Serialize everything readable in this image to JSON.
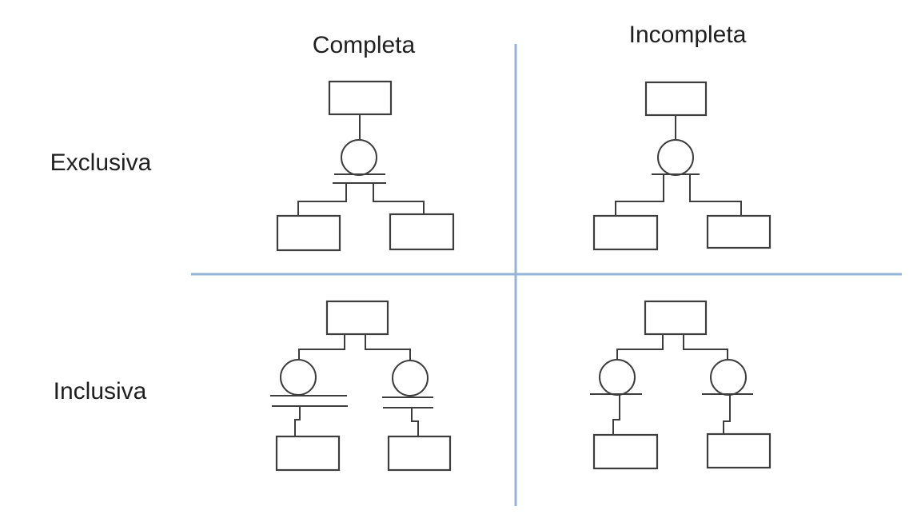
{
  "matrix": {
    "column_headers": [
      {
        "label": "Completa"
      },
      {
        "label": "Incompleta"
      }
    ],
    "row_headers": [
      {
        "label": "Exclusiva"
      },
      {
        "label": "Inclusiva"
      }
    ]
  },
  "quadrants": [
    {
      "row": "Exclusiva",
      "column": "Completa",
      "circles": 1,
      "lines_below_each_circle": 2,
      "subclasses_per_circle": 2
    },
    {
      "row": "Exclusiva",
      "column": "Incompleta",
      "circles": 1,
      "lines_below_each_circle": 1,
      "subclasses_per_circle": 2
    },
    {
      "row": "Inclusiva",
      "column": "Completa",
      "circles": 2,
      "lines_below_each_circle": 2,
      "subclasses_per_circle": 1
    },
    {
      "row": "Inclusiva",
      "column": "Incompleta",
      "circles": 2,
      "lines_below_each_circle": 1,
      "subclasses_per_circle": 1
    }
  ],
  "colors": {
    "diagram_stroke": "#3d3d3d",
    "divider": "#95b3d7",
    "text": "#1f1f1f",
    "background": "#ffffff"
  }
}
